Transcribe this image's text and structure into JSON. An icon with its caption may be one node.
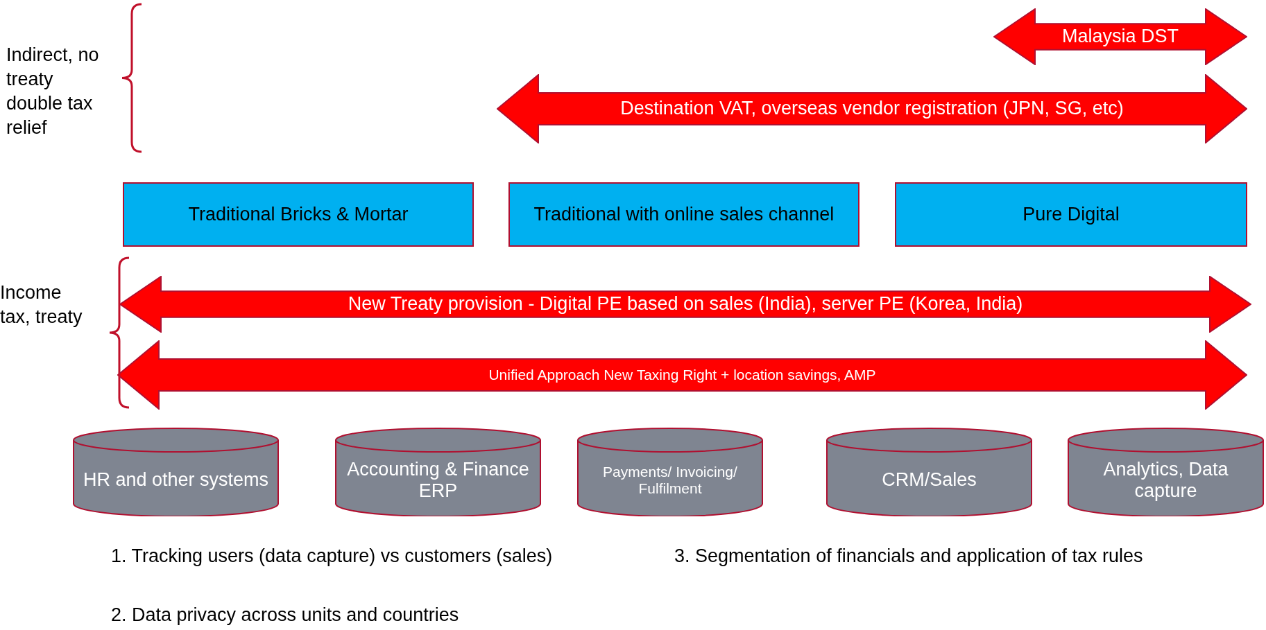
{
  "diagram": {
    "nodes": [
      {
        "text": [
          "Malaysia DST"
        ]
      },
      {
        "text": [
          "Destination VAT, overseas vendor registration (JPN, SG, etc)"
        ]
      },
      {
        "text": [
          "Traditional Bricks & Mortar"
        ]
      },
      {
        "text": [
          "Traditional with online sales channel"
        ]
      },
      {
        "text": [
          "Pure Digital"
        ]
      },
      {
        "text": [
          "New Treaty provision - Digital PE based on sales (India), server PE (Korea, India)"
        ]
      },
      {
        "text": [
          "Unified Approach New Taxing Right + location savings, AMP"
        ]
      },
      {
        "text": [
          "HR and other systems"
        ]
      },
      {
        "text": [
          "Accounting & Finance ERP"
        ]
      },
      {
        "text": [
          "Payments/ Invoicing/ Fulfilment"
        ]
      },
      {
        "text": [
          "CRM/Sales"
        ]
      },
      {
        "text": [
          "Analytics, Data capture"
        ]
      }
    ],
    "labels": [
      "Indirect, no treaty double tax relief",
      "Income tax, treaty",
      "1. Tracking users (data capture) vs customers (sales)",
      "2. Data privacy across units and countries",
      "3. Segmentation of financials and application of tax rules"
    ]
  }
}
